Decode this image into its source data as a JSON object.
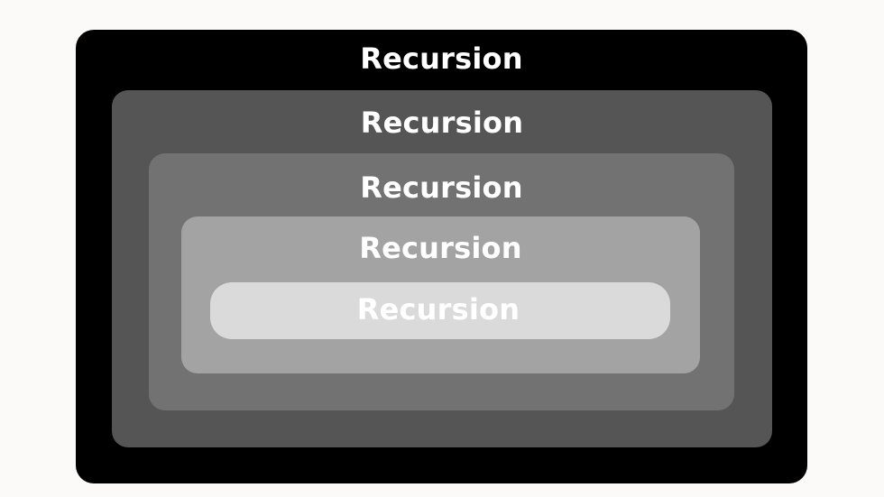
{
  "levels": [
    {
      "label": "Recursion",
      "fill": "#000000"
    },
    {
      "label": "Recursion",
      "fill": "#555555"
    },
    {
      "label": "Recursion",
      "fill": "#727272"
    },
    {
      "label": "Recursion",
      "fill": "#a3a3a3"
    },
    {
      "label": "Recursion",
      "fill": "#dadada"
    }
  ]
}
